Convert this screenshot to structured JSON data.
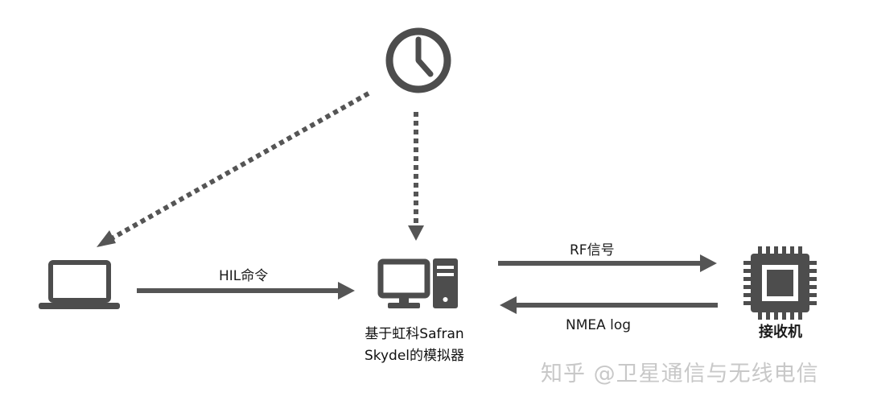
{
  "nodes": {
    "clock": {
      "icon": "clock-icon"
    },
    "laptop": {
      "icon": "laptop-icon"
    },
    "simulator": {
      "icon": "desktop-computer-icon",
      "label_line1": "基于虹科Safran",
      "label_line2": "Skydel的模拟器"
    },
    "receiver": {
      "icon": "chip-icon",
      "label": "接收机"
    }
  },
  "edges": {
    "hil": {
      "label": "HIL命令"
    },
    "rf": {
      "label": "RF信号"
    },
    "nmea": {
      "label": "NMEA log"
    }
  },
  "watermark": {
    "text": "知乎 @卫星通信与无线电信"
  },
  "colors": {
    "icon": "#4d4d4d",
    "arrow": "#555555"
  }
}
